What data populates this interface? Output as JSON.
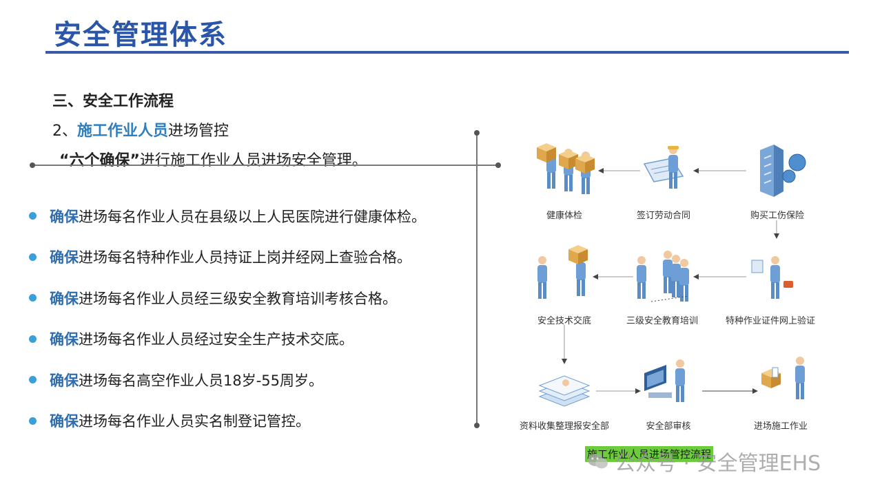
{
  "title": "安全管理体系",
  "section": "三、安全工作流程",
  "subheading": {
    "prefix": "2、",
    "highlight": "施工作业人员",
    "suffix": "进场管控"
  },
  "intro": {
    "quoted": "“六个确保”",
    "rest": "进行施工作业人员进场安全管理。"
  },
  "bullets": [
    {
      "keyword": "确保",
      "text": "进场每名作业人员在县级以上人民医院进行健康体检。"
    },
    {
      "keyword": "确保",
      "text": "进场每名特种作业人员持证上岗并经网上查验合格。"
    },
    {
      "keyword": "确保",
      "text": "进场每名作业人员经三级安全教育培训考核合格。"
    },
    {
      "keyword": "确保",
      "text": "进场每名作业人员经过安全生产技术交底。"
    },
    {
      "keyword": "确保",
      "text": "进场每名高空作业人员18岁-55周岁。"
    },
    {
      "keyword": "确保",
      "text": "进场每名作业人员实名制登记管控。"
    }
  ],
  "flow": {
    "steps": [
      {
        "label": "健康体检",
        "icon": "workers-with-boxes-icon"
      },
      {
        "label": "签订劳动合同",
        "icon": "worker-signing-contract-icon"
      },
      {
        "label": "购买工伤保险",
        "icon": "office-building-globe-icon"
      },
      {
        "label": "安全技术交底",
        "icon": "worker-briefing-icon"
      },
      {
        "label": "三级安全教育培训",
        "icon": "worker-group-training-icon"
      },
      {
        "label": "特种作业证件网上验证",
        "icon": "worker-id-check-icon"
      },
      {
        "label": "资料收集整理报安全部",
        "icon": "document-stack-icon"
      },
      {
        "label": "安全部审核",
        "icon": "computer-review-icon"
      },
      {
        "label": "进场施工作业",
        "icon": "worker-entering-site-icon"
      }
    ],
    "caption": "施工作业人员进场管控流程"
  },
  "watermark": "公众号 · 安全管理EHS",
  "colors": {
    "title": "#2a55a8",
    "accent": "#2e7fc0",
    "bullet": "#3b9fd8",
    "caption_bg": "#6ccc3c",
    "figure": "#6d9fd6"
  }
}
